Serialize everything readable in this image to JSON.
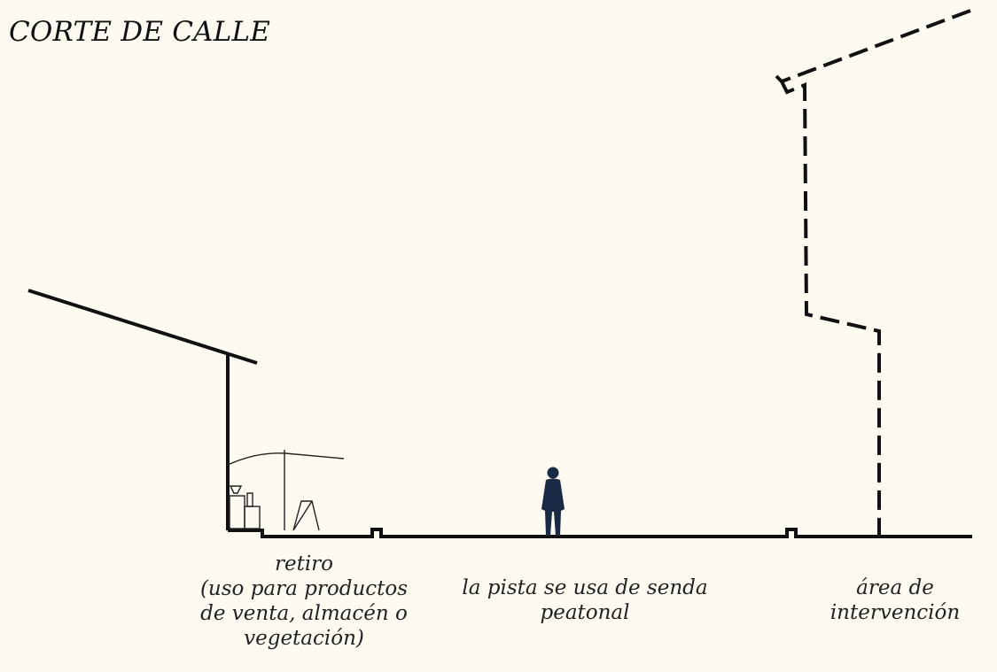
{
  "title": "CORTE DE  CALLE",
  "labels": {
    "retiro": {
      "line1": "retiro",
      "line2": "(uso para productos",
      "line3": "de venta, almacén o",
      "line4": "vegetación)"
    },
    "pista": {
      "line1": "la pista se usa de senda",
      "line2": "peatonal"
    },
    "area": {
      "line1": "área de",
      "line2": "intervención"
    }
  },
  "colors": {
    "background": "#fdfaf2",
    "line": "#111111",
    "person": "#1b2a44"
  }
}
